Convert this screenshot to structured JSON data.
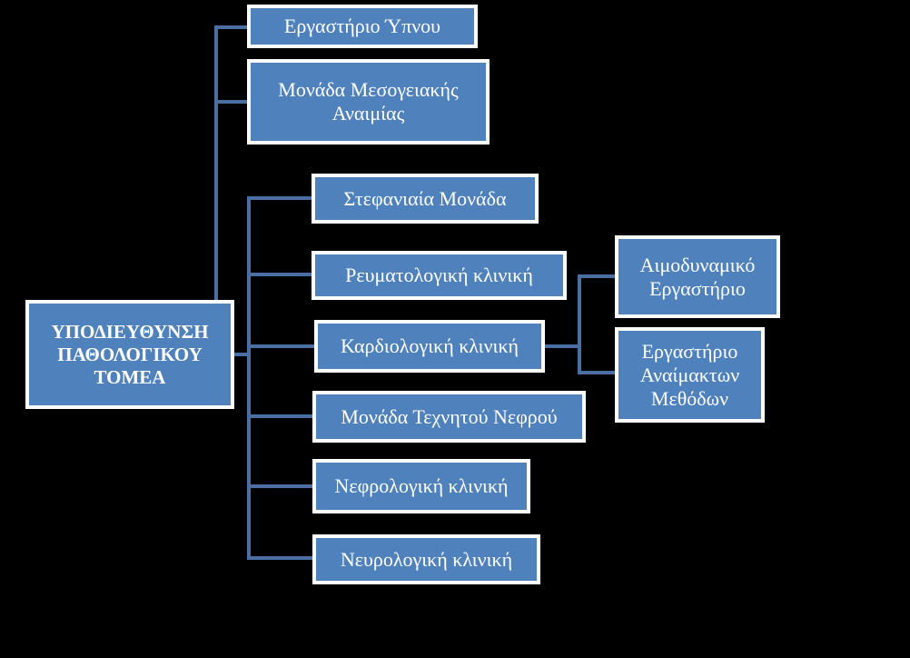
{
  "root": {
    "label": "ΥΠΟΔΙΕΥΘΥΝΣΗ ΠΑΘΟΛΟΓΙΚΟΥ ΤΟΜΕΑ"
  },
  "units": [
    {
      "label": "Εργαστήριο Ύπνου"
    },
    {
      "label": "Μονάδα Μεσογειακής Αναιμίας"
    }
  ],
  "clinics": [
    {
      "label": "Στεφανιαία Μονάδα"
    },
    {
      "label": "Ρευματολογική κλινική"
    },
    {
      "label": "Καρδιολογική κλινική"
    },
    {
      "label": "Μονάδα Τεχνητού Νεφρού"
    },
    {
      "label": "Νεφρολογική κλινική"
    },
    {
      "label": "Νευρολογική κλινική"
    }
  ],
  "cardiology_labs": [
    {
      "label": "Αιμοδυναμικό Εργαστήριο"
    },
    {
      "label": "Εργαστήριο Αναίμακτων Μεθόδων"
    }
  ],
  "colors": {
    "node_fill": "#4f81bd",
    "node_border": "#ffffff",
    "connector": "#4a6fa5",
    "background": "#000000"
  }
}
